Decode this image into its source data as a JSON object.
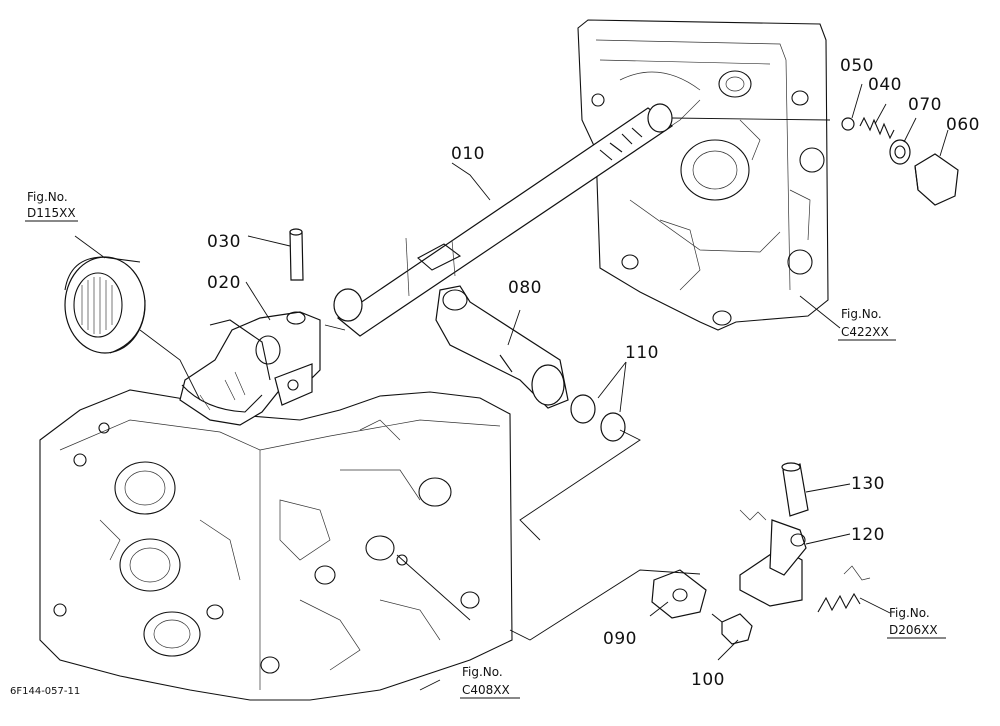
{
  "diagram": {
    "parts": [
      {
        "id": "p010",
        "label": "010"
      },
      {
        "id": "p020",
        "label": "020"
      },
      {
        "id": "p030",
        "label": "030"
      },
      {
        "id": "p040",
        "label": "040"
      },
      {
        "id": "p050",
        "label": "050"
      },
      {
        "id": "p060",
        "label": "060"
      },
      {
        "id": "p070",
        "label": "070"
      },
      {
        "id": "p080",
        "label": "080"
      },
      {
        "id": "p090",
        "label": "090"
      },
      {
        "id": "p100",
        "label": "100"
      },
      {
        "id": "p110",
        "label": "110"
      },
      {
        "id": "p120",
        "label": "120"
      },
      {
        "id": "p130",
        "label": "130"
      }
    ],
    "figure_refs": [
      {
        "id": "d115",
        "caption": "Fig.No.",
        "code": "D115XX"
      },
      {
        "id": "c422",
        "caption": "Fig.No.",
        "code": "C422XX"
      },
      {
        "id": "c408",
        "caption": "Fig.No.",
        "code": "C408XX"
      },
      {
        "id": "d206",
        "caption": "Fig.No.",
        "code": "D206XX"
      }
    ],
    "drawing_code": "6F144-057-11"
  }
}
